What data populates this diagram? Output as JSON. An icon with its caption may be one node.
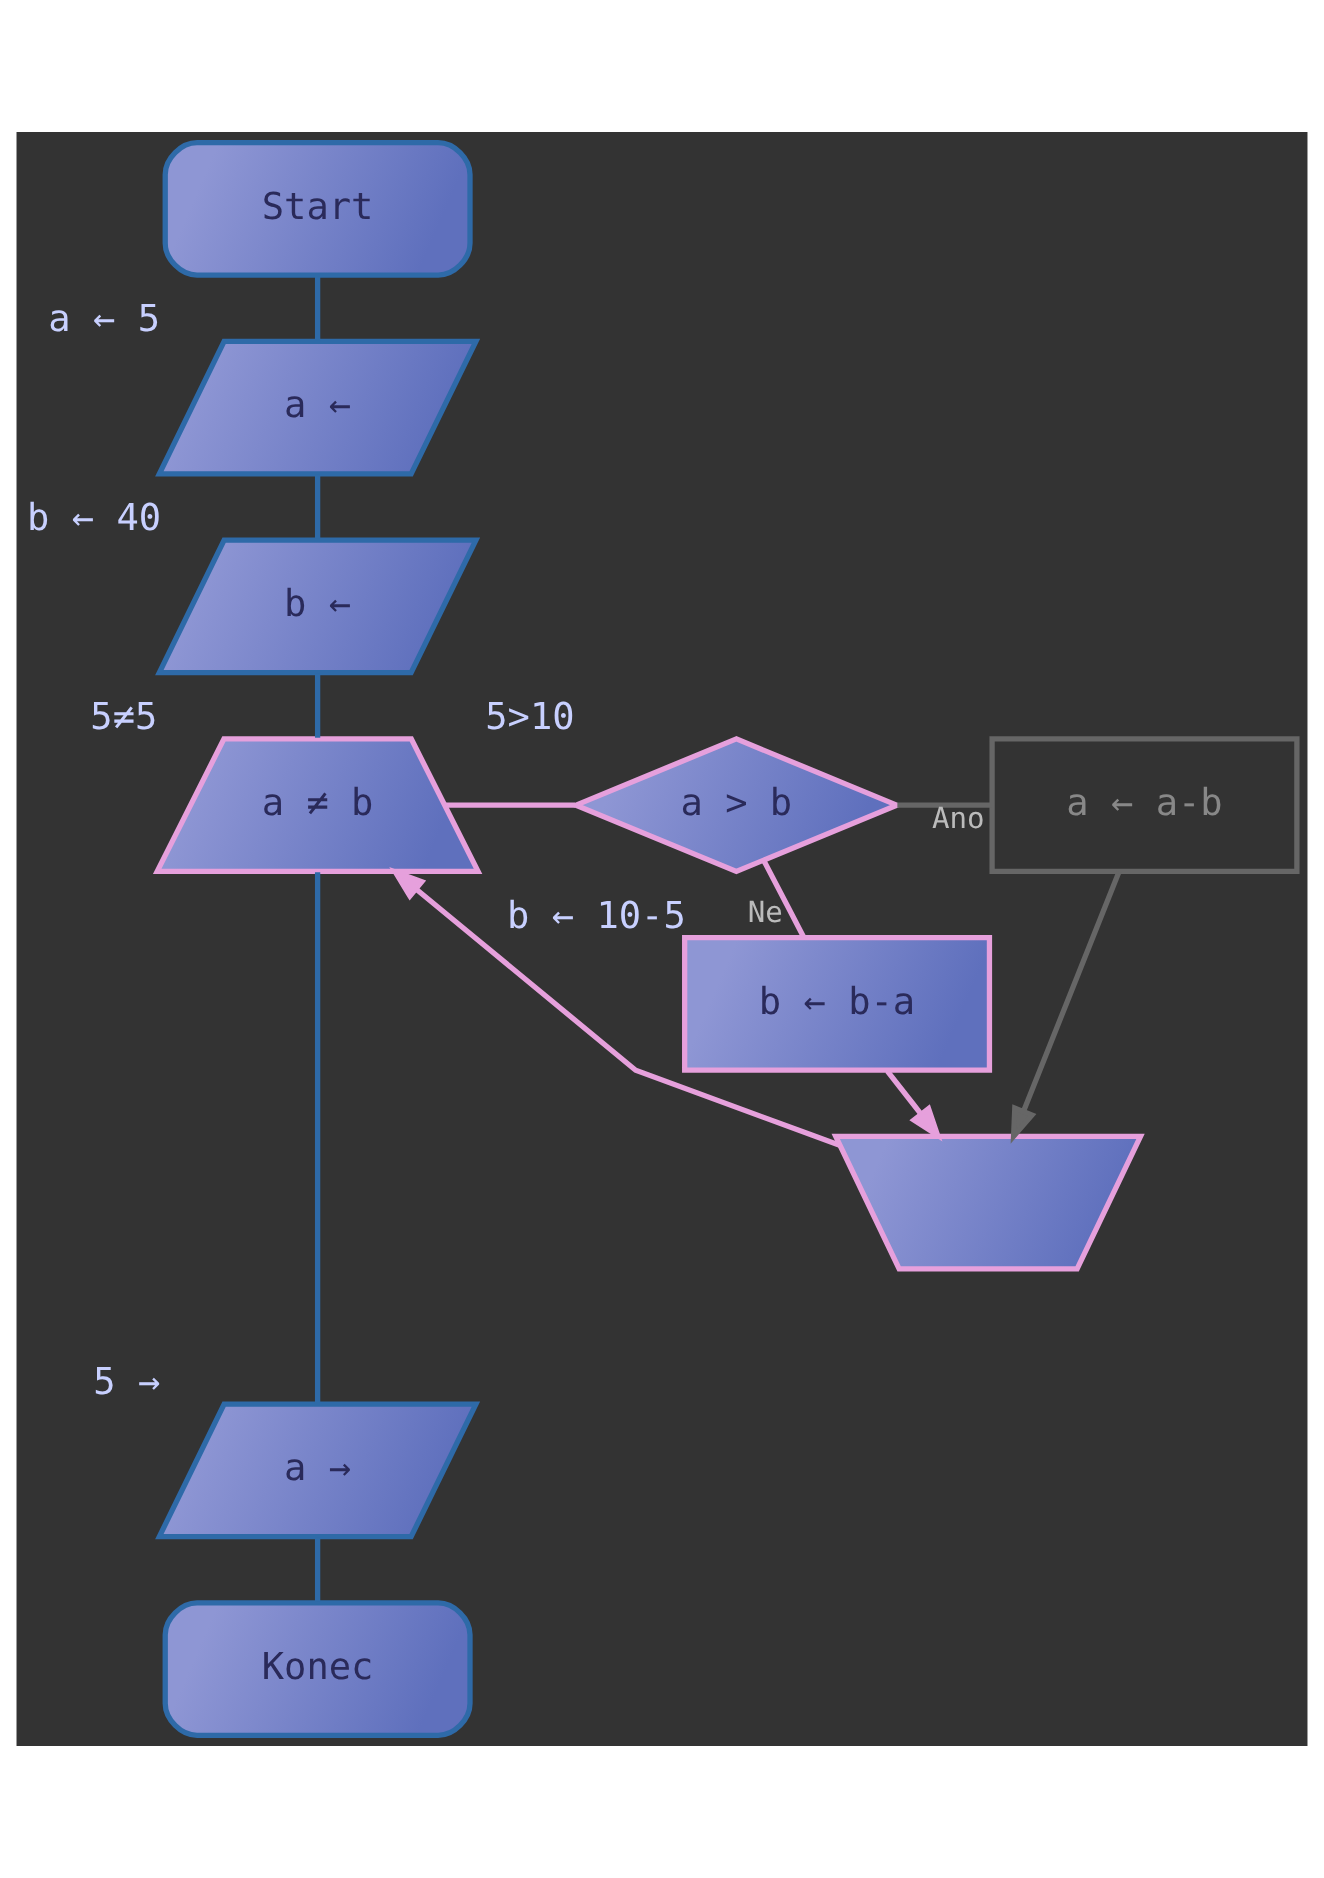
{
  "diagram": {
    "nodes": [
      {
        "text": [
          "Start"
        ]
      },
      {
        "text": [
          "a ←"
        ],
        "beside": [
          "a ← 5"
        ]
      },
      {
        "text": [
          "b ←"
        ],
        "beside": [
          "b ← 40"
        ]
      },
      {
        "text": [
          "a ≠ b"
        ],
        "beside": [
          "5≠5"
        ]
      },
      {
        "text": [
          "a > b"
        ],
        "beside": [
          "5>10"
        ]
      },
      {
        "text": [
          "a ← a-b"
        ]
      },
      {
        "text": [
          "b ← b-a"
        ],
        "beside": [
          "b ← 10-5"
        ]
      },
      {
        "text": [],
        "shape": "trapezoid"
      },
      {
        "text": [
          "a →"
        ],
        "beside": [
          "5 →"
        ]
      },
      {
        "text": [
          "Konec"
        ]
      }
    ],
    "edges": [
      {
        "from": 0,
        "to": 1,
        "arrow": "none"
      },
      {
        "from": 1,
        "to": 2,
        "arrow": "none"
      },
      {
        "from": 2,
        "to": 3,
        "arrow": "none"
      },
      {
        "from": 3,
        "to": 4,
        "arrow": "none",
        "color": "#e6a0dc"
      },
      {
        "from": 4,
        "to": 5,
        "arrow": "none",
        "label": "Ano",
        "color": "#666666"
      },
      {
        "from": 4,
        "to": 6,
        "arrow": "none",
        "label": "Ne",
        "color": "#e6a0dc"
      },
      {
        "from": 5,
        "to": 7,
        "arrow": "to",
        "color": "#666666"
      },
      {
        "from": 6,
        "to": 7,
        "arrow": "to",
        "color": "#e6a0dc"
      },
      {
        "from": 7,
        "to": 3,
        "arrow": "to",
        "color": "#e6a0dc"
      },
      {
        "from": 3,
        "to": 8,
        "arrow": "none"
      },
      {
        "from": 8,
        "to": 9,
        "arrow": "none"
      }
    ]
  }
}
